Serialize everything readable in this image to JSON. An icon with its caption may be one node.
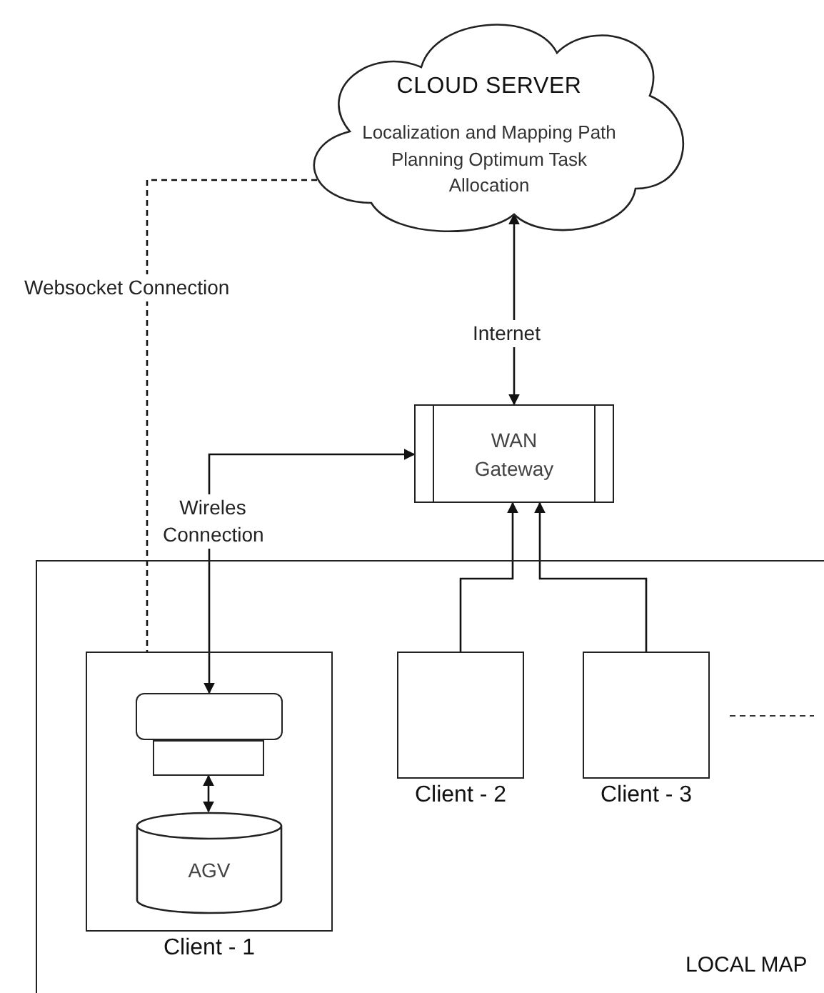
{
  "diagram": {
    "nodes": [
      {
        "text": [
          "CLOUD SERVER",
          "Localization and Mapping Path Planning Optimum Task Allocation"
        ]
      },
      {
        "text": [
          "WAN Gateway"
        ]
      },
      {
        "text": [
          "LOCAL MAP"
        ]
      },
      {
        "text": [
          "Client - 1"
        ],
        "in": 2
      },
      {
        "text": [],
        "shape": "box",
        "in": 3
      },
      {
        "text": [],
        "shape": "box",
        "in": 3
      },
      {
        "text": [
          "AGV"
        ],
        "in": 3
      },
      {
        "text": [
          "Client - 2"
        ],
        "in": 2
      },
      {
        "text": [
          "Client - 3"
        ],
        "in": 2
      }
    ],
    "edges": [
      {
        "from": 0,
        "to": 1,
        "arrow": "both",
        "label": "Internet"
      },
      {
        "from": 4,
        "to": 1,
        "arrow": "both",
        "label": "Wireles Connection"
      },
      {
        "from": 5,
        "to": 6,
        "arrow": "both"
      },
      {
        "from": 7,
        "to": 1,
        "arrow": "to"
      },
      {
        "from": 8,
        "to": 1,
        "arrow": "to"
      },
      {
        "from": 0,
        "to": 3,
        "arrow": "none",
        "style": "dashed",
        "label": "Websocket Connection"
      }
    ]
  }
}
